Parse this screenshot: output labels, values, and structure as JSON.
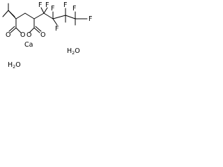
{
  "molecule": {
    "atoms": {
      "f_top_1": "F",
      "f_top_2": "F",
      "f_top_3": "F",
      "f_top_4": "F",
      "f_right_1": "F",
      "f_right_2": "F",
      "f_right_3": "F",
      "o_left_1": "O",
      "o_left_2": "O",
      "o_right_1": "O",
      "o_right_2": "O",
      "metal": "Ca"
    },
    "waters": [
      {
        "element": "H",
        "count": "2",
        "oxygen": "O"
      },
      {
        "element": "H",
        "count": "2",
        "oxygen": "O"
      }
    ]
  }
}
